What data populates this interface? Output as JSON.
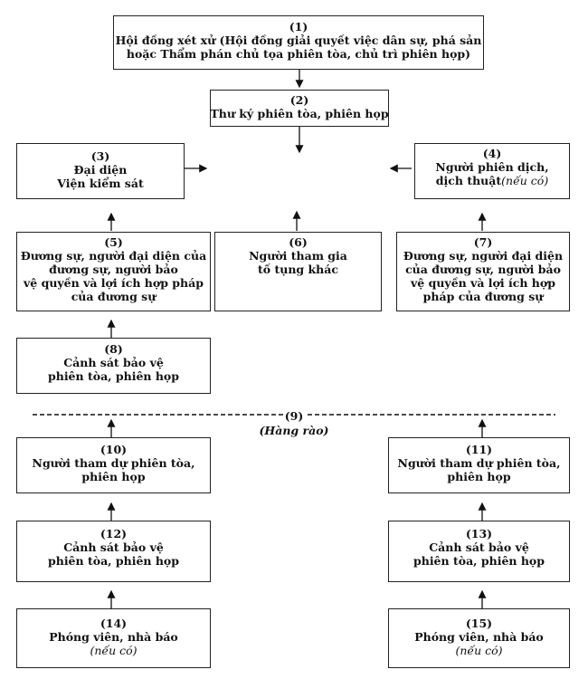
{
  "nodes": {
    "n1": {
      "num": "(1)",
      "lines": [
        "Hội đồng xét xử (Hội đồng giải quyết việc dân sự, phá sản",
        "hoặc Thẩm phán chủ tọa phiên tòa, chủ trì phiên họp)"
      ]
    },
    "n2": {
      "num": "(2)",
      "lines": [
        "Thư ký phiên tòa, phiên họp"
      ]
    },
    "n3": {
      "num": "(3)",
      "lines": [
        "Đại diện",
        "Viện kiểm sát"
      ]
    },
    "n4": {
      "num": "(4)",
      "lines": [
        "Người phiên dịch,",
        "dịch thuật"
      ],
      "note": "(nếu có)"
    },
    "n5": {
      "num": "(5)",
      "lines": [
        "Đương sự, người đại diện của",
        "đương sự, người bảo",
        "vệ quyền và lợi ích hợp pháp",
        "của đương sự"
      ]
    },
    "n6": {
      "num": "(6)",
      "lines": [
        "Người tham gia",
        "tố tụng khác"
      ]
    },
    "n7": {
      "num": "(7)",
      "lines": [
        "Đương sự, người đại diện",
        "của đương sự, người bảo",
        "vệ quyền và lợi ích hợp",
        "pháp của đương sự"
      ]
    },
    "n8": {
      "num": "(8)",
      "lines": [
        "Cảnh sát bảo vệ",
        "phiên tòa, phiên họp"
      ]
    },
    "n10": {
      "num": "(10)",
      "lines": [
        "Người tham dự phiên tòa,",
        "phiên họp"
      ]
    },
    "n11": {
      "num": "(11)",
      "lines": [
        "Người tham dự phiên tòa,",
        "phiên họp"
      ]
    },
    "n12": {
      "num": "(12)",
      "lines": [
        "Cảnh sát bảo vệ",
        "phiên tòa, phiên họp"
      ]
    },
    "n13": {
      "num": "(13)",
      "lines": [
        "Cảnh sát bảo vệ",
        "phiên tòa, phiên họp"
      ]
    },
    "n14": {
      "num": "(14)",
      "lines": [
        "Phóng viên, nhà báo"
      ],
      "note": "(nếu có)"
    },
    "n15": {
      "num": "(15)",
      "lines": [
        "Phóng viên, nhà báo"
      ],
      "note": "(nếu có)"
    }
  },
  "fence": {
    "num": "(9)",
    "label": "(Hàng rào)"
  }
}
